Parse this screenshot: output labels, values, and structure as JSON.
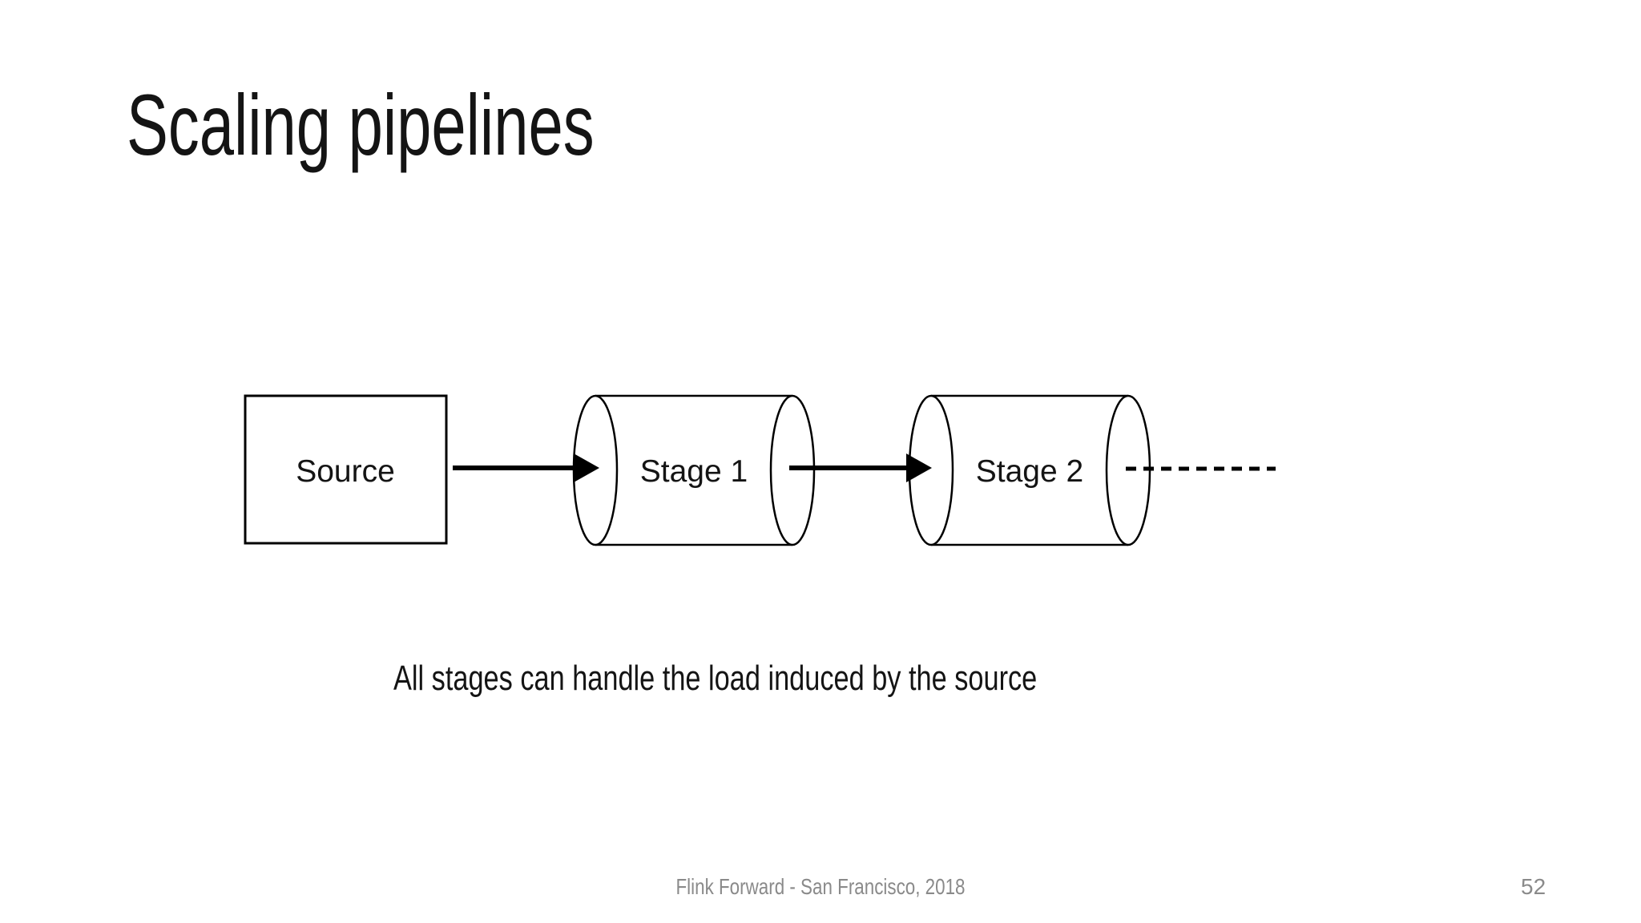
{
  "slide": {
    "title": "Scaling pipelines",
    "caption": "All stages can handle the load induced by the source",
    "footer": "Flink Forward - San Francisco, 2018",
    "page_number": "52",
    "colors": {
      "background": "#ffffff",
      "ink": "#141414",
      "shape_stroke": "#000000",
      "muted_footer": "#8a8a8a"
    }
  },
  "diagram": {
    "nodes": [
      {
        "id": "source",
        "type": "rectangle",
        "label": "Source"
      },
      {
        "id": "stage1",
        "type": "cylinder",
        "label": "Stage 1"
      },
      {
        "id": "stage2",
        "type": "cylinder",
        "label": "Stage 2"
      }
    ],
    "connectors": [
      {
        "from": "source",
        "to": "stage1",
        "style": "solid-arrow"
      },
      {
        "from": "stage1",
        "to": "stage2",
        "style": "solid-arrow"
      },
      {
        "from": "stage2",
        "to": "",
        "style": "dashed-line"
      }
    ]
  }
}
